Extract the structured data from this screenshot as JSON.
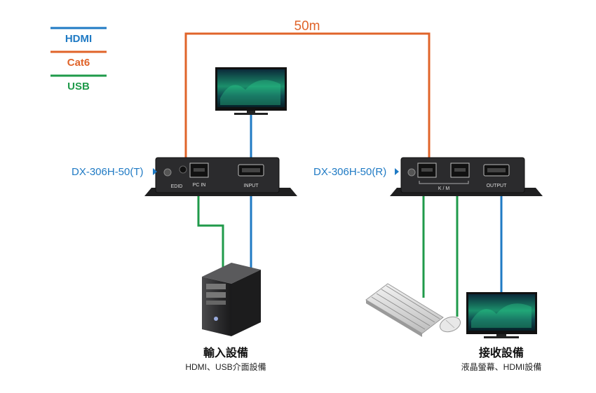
{
  "legend": [
    {
      "label": "HDMI",
      "color": "#1f7ac4"
    },
    {
      "label": "Cat6",
      "color": "#e0642a"
    },
    {
      "label": "USB",
      "color": "#1f9a4a"
    }
  ],
  "cable_length": "50m",
  "transmitter": {
    "model": "DX-306H-50(T)",
    "port_edid": "EDID",
    "port_pcin": "PC IN",
    "port_input": "INPUT"
  },
  "receiver": {
    "model": "DX-306H-50(R)",
    "port_km": "K / M",
    "port_output": "OUTPUT"
  },
  "source": {
    "title": "輸入設備",
    "subtitle": "HDMI、USB介面設備"
  },
  "sink": {
    "title": "接收設備",
    "subtitle": "液晶螢幕、HDMI設備"
  },
  "colors": {
    "hdmi": "#1f7ac4",
    "cat6": "#e0642a",
    "usb": "#1f9a4a",
    "model_label": "#1f7ac4",
    "device_body": "#2b2b2d"
  }
}
